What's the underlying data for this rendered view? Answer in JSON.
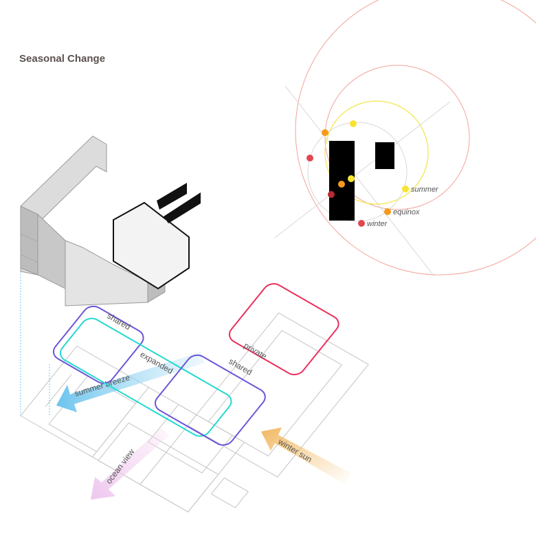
{
  "title": "Seasonal Change",
  "sun_diagram": {
    "labels": {
      "summer": "summer",
      "equinox": "equinox",
      "winter": "winter"
    },
    "colors": {
      "summer": "#f7e431",
      "equinox": "#f79a1c",
      "winter": "#e2474f"
    }
  },
  "zones": {
    "shared_1": "shared",
    "expanded": "expanded",
    "shared_2": "shared",
    "private": "private",
    "colors": {
      "shared": "#6c54d8",
      "expanded": "#22d9cf",
      "private": "#ea2f5c"
    }
  },
  "arrows": {
    "summer_breeze": "summer breeze",
    "ocean_view": "ocean view",
    "winter_sun": "winter sun"
  }
}
